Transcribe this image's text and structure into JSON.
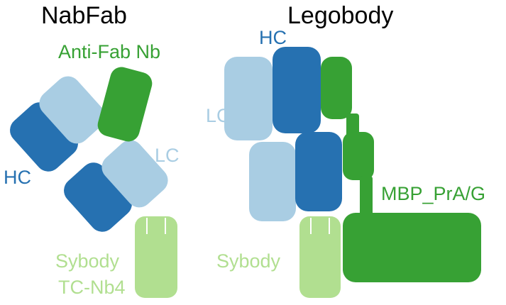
{
  "colors": {
    "dark_blue": "#2671b1",
    "light_blue": "#a9cde3",
    "dark_green": "#37a134",
    "light_green": "#b1df90",
    "text_black": "#000000"
  },
  "nabfab": {
    "title": "NabFab",
    "anti_fab_label": "Anti-Fab Nb",
    "lc_label": "LC",
    "hc_label": "HC",
    "sybody_label": "Sybody",
    "tc_label": "TC-Nb4"
  },
  "legobody": {
    "title": "Legobody",
    "hc_label": "HC",
    "lc_label": "LC",
    "mbp_label": "MBP_PrA/G",
    "sybody_label": "Sybody"
  }
}
